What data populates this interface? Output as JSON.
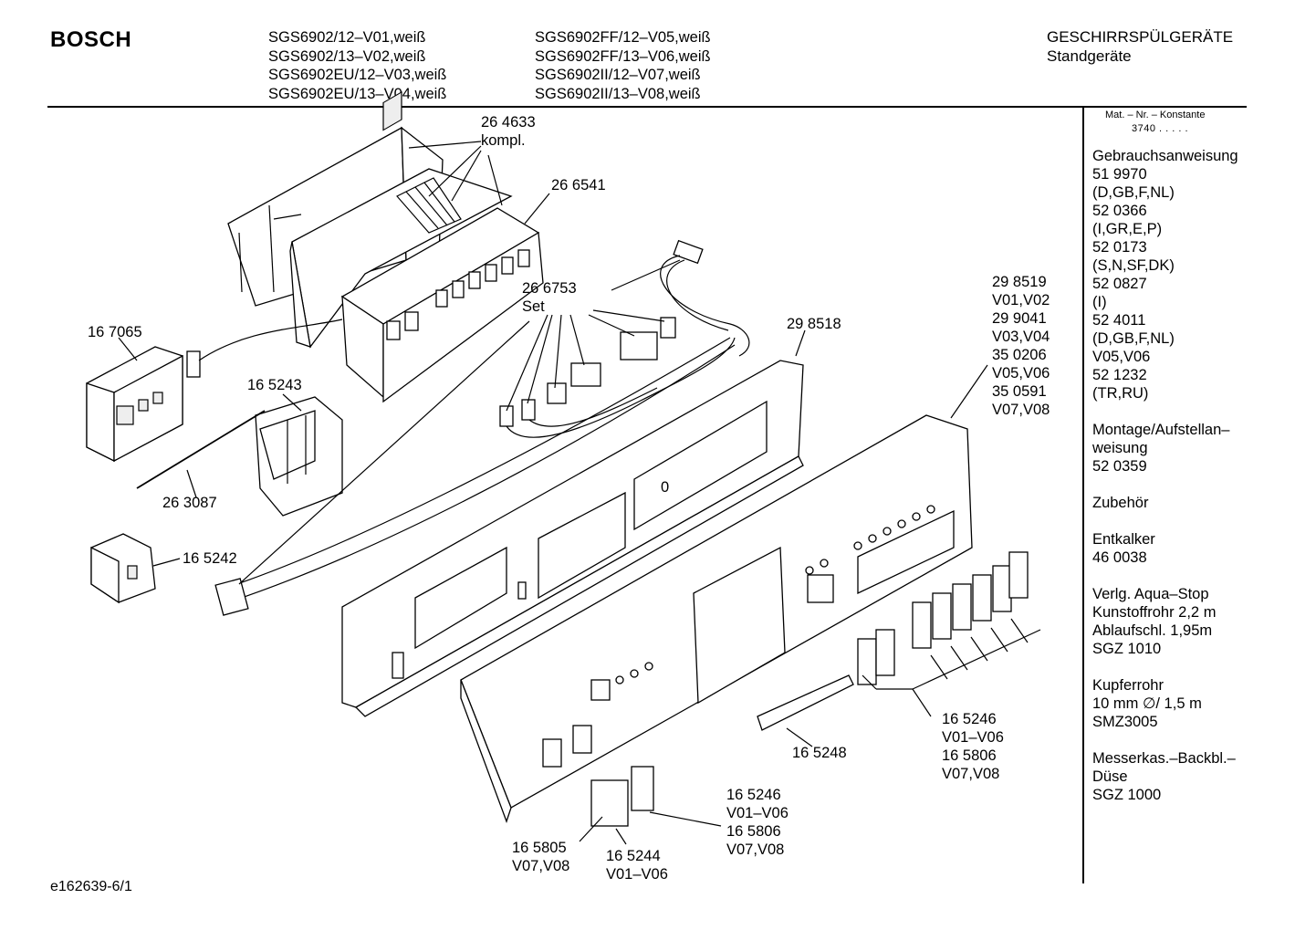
{
  "header": {
    "brand": "BOSCH",
    "models_col1": [
      "SGS6902/12–V01,weiß",
      "SGS6902/13–V02,weiß",
      "SGS6902EU/12–V03,weiß",
      "SGS6902EU/13–V04,weiß"
    ],
    "models_col2": [
      "SGS6902FF/12–V05,weiß",
      "SGS6902FF/13–V06,weiß",
      "SGS6902II/12–V07,weiß",
      "SGS6902II/13–V08,weiß"
    ],
    "category": "GESCHIRRSPÜLGERÄTE",
    "subcategory": "Standgeräte"
  },
  "sidebar": {
    "matno_label": "Mat. – Nr. – Konstante",
    "matno_value": "3740 . . . . .",
    "blocks": [
      [
        "Gebrauchsanweisung",
        "51 9970",
        "(D,GB,F,NL)",
        "52 0366",
        "(I,GR,E,P)",
        "52 0173",
        "(S,N,SF,DK)",
        "52 0827",
        "(I)",
        "52 4011",
        "(D,GB,F,NL)",
        "V05,V06",
        "52 1232",
        "(TR,RU)"
      ],
      [
        "Montage/Aufstellan–",
        "weisung",
        "52 0359"
      ],
      [
        "Zubehör"
      ],
      [
        "Entkalker",
        "46 0038"
      ],
      [
        "Verlg. Aqua–Stop",
        "Kunstoffrohr 2,2 m",
        "Ablaufschl. 1,95m",
        "SGZ 1010"
      ],
      [
        "Kupferrohr",
        "10 mm ∅/ 1,5 m",
        "SMZ3005"
      ],
      [
        "Messerkas.–Backbl.–",
        "Düse",
        "SGZ 1000"
      ]
    ]
  },
  "diagram": {
    "callouts": {
      "c264633": [
        "26 4633",
        "kompl."
      ],
      "c266541": [
        "26 6541"
      ],
      "c266753": [
        "26 6753",
        "Set"
      ],
      "c167065": [
        "16 7065"
      ],
      "c165243": [
        "16 5243"
      ],
      "c263087": [
        "26 3087"
      ],
      "c165242": [
        "16 5242"
      ],
      "c298518": [
        "29 8518"
      ],
      "c298519": [
        "29 8519",
        "V01,V02",
        "29 9041",
        "V03,V04",
        "35 0206",
        "V05,V06",
        "35 0591",
        "V07,V08"
      ],
      "c165248": [
        "16 5248"
      ],
      "c165246a": [
        "16 5246",
        "V01–V06",
        "16 5806",
        "V07,V08"
      ],
      "c165246b": [
        "16 5246",
        "V01–V06",
        "16 5806",
        "V07,V08"
      ],
      "c165805": [
        "16 5805",
        "V07,V08"
      ],
      "c165244": [
        "16 5244",
        "V01–V06"
      ]
    },
    "panel_marking": "0"
  },
  "footer": {
    "code": "e162639-6/1"
  }
}
